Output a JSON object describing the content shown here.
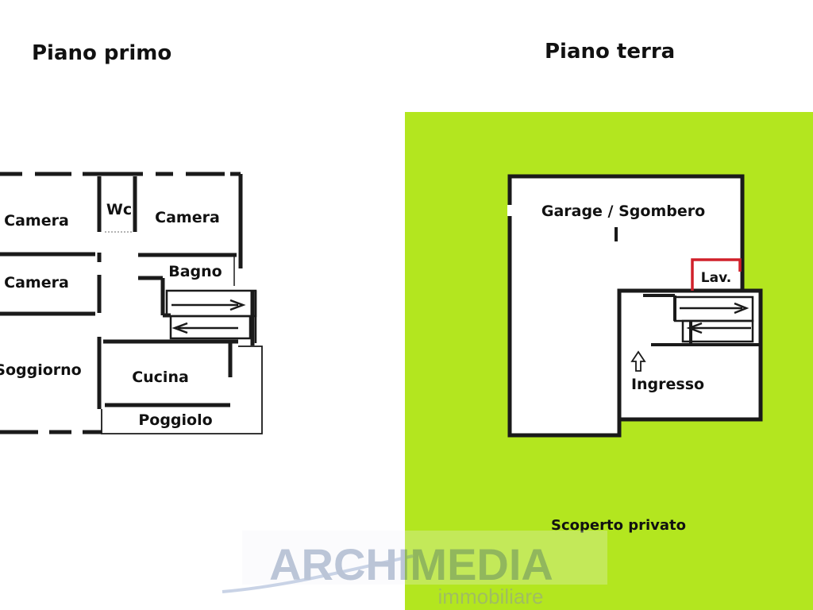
{
  "titles": {
    "first_floor": "Piano primo",
    "ground_floor": "Piano terra"
  },
  "first_floor_rooms": {
    "camera_1": "Camera",
    "wc": "Wc",
    "camera_2": "Camera",
    "camera_3": "Camera",
    "bagno": "Bagno",
    "soggiorno": "Soggiorno",
    "cucina": "Cucina",
    "poggiolo": "Poggiolo"
  },
  "ground_floor_rooms": {
    "garage": "Garage / Sgombero",
    "lav": "Lav.",
    "ingresso": "Ingresso",
    "scoperto": "Scoperto privato"
  },
  "watermark": {
    "brand": "ARCHIMEDIA",
    "subtitle": "immobiliare"
  },
  "colors": {
    "garden_green": "#b3e61f",
    "wall": "#1a1a1a",
    "lav_outline": "#d0202a",
    "watermark": "#6a7fa8"
  }
}
